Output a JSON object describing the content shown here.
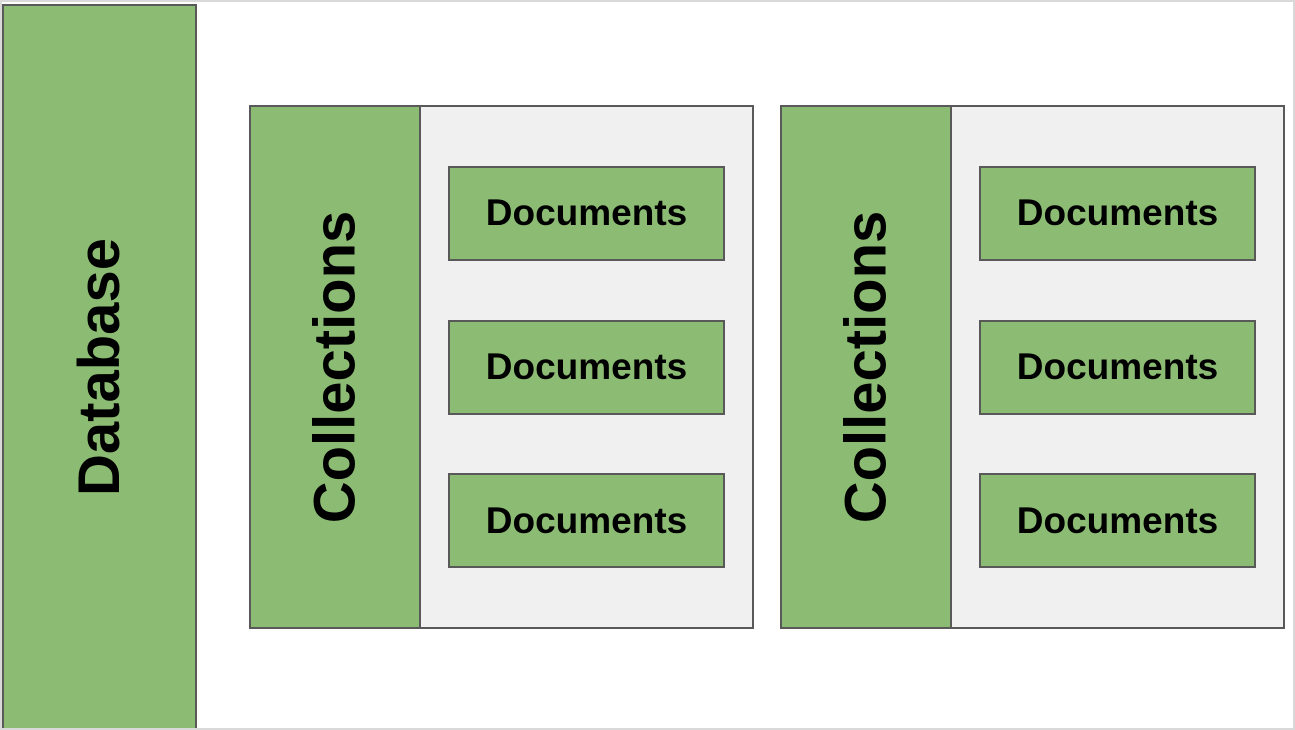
{
  "diagram": {
    "database": {
      "label": "Database"
    },
    "collections": [
      {
        "label": "Collections",
        "documents": [
          "Documents",
          "Documents",
          "Documents"
        ]
      },
      {
        "label": "Collections",
        "documents": [
          "Documents",
          "Documents",
          "Documents"
        ]
      }
    ],
    "colors": {
      "shape_green": "#8cbc73",
      "panel_gray": "#f0f0f0",
      "border_dark": "#595959",
      "page_border": "#d9d9d9"
    }
  }
}
